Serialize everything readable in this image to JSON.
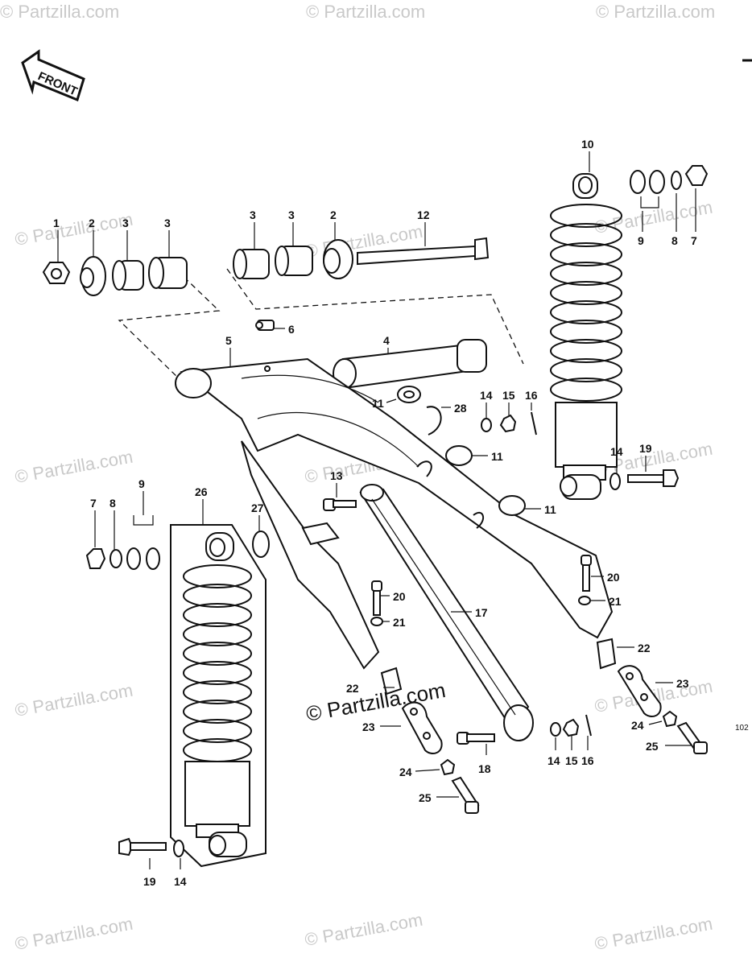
{
  "front_label": "FRONT",
  "page_number": "102",
  "watermark": "© Partzilla.com",
  "watermark_center": "© Partzilla.com",
  "callouts": [
    {
      "id": "c1",
      "text": "1"
    },
    {
      "id": "c2a",
      "text": "2"
    },
    {
      "id": "c3a",
      "text": "3"
    },
    {
      "id": "c3b",
      "text": "3"
    },
    {
      "id": "c3c",
      "text": "3"
    },
    {
      "id": "c3d",
      "text": "3"
    },
    {
      "id": "c2b",
      "text": "2"
    },
    {
      "id": "c12",
      "text": "12"
    },
    {
      "id": "c10",
      "text": "10"
    },
    {
      "id": "c9a",
      "text": "9"
    },
    {
      "id": "c8a",
      "text": "8"
    },
    {
      "id": "c7a",
      "text": "7"
    },
    {
      "id": "c6",
      "text": "6"
    },
    {
      "id": "c5",
      "text": "5"
    },
    {
      "id": "c4",
      "text": "4"
    },
    {
      "id": "c11a",
      "text": "11"
    },
    {
      "id": "c28",
      "text": "28"
    },
    {
      "id": "c14a",
      "text": "14"
    },
    {
      "id": "c15a",
      "text": "15"
    },
    {
      "id": "c16a",
      "text": "16"
    },
    {
      "id": "c11b",
      "text": "11"
    },
    {
      "id": "c14b",
      "text": "14"
    },
    {
      "id": "c19a",
      "text": "19"
    },
    {
      "id": "c13",
      "text": "13"
    },
    {
      "id": "c11c",
      "text": "11"
    },
    {
      "id": "c9b",
      "text": "9"
    },
    {
      "id": "c7b",
      "text": "7"
    },
    {
      "id": "c8b",
      "text": "8"
    },
    {
      "id": "c26",
      "text": "26"
    },
    {
      "id": "c27",
      "text": "27"
    },
    {
      "id": "c20a",
      "text": "20"
    },
    {
      "id": "c21a",
      "text": "21"
    },
    {
      "id": "c20b",
      "text": "20"
    },
    {
      "id": "c21b",
      "text": "21"
    },
    {
      "id": "c17",
      "text": "17"
    },
    {
      "id": "c22a",
      "text": "22"
    },
    {
      "id": "c23a",
      "text": "23"
    },
    {
      "id": "c22b",
      "text": "22"
    },
    {
      "id": "c23b",
      "text": "23"
    },
    {
      "id": "c24a",
      "text": "24"
    },
    {
      "id": "c25a",
      "text": "25"
    },
    {
      "id": "c18",
      "text": "18"
    },
    {
      "id": "c14c",
      "text": "14"
    },
    {
      "id": "c15b",
      "text": "15"
    },
    {
      "id": "c16b",
      "text": "16"
    },
    {
      "id": "c24b",
      "text": "24"
    },
    {
      "id": "c25b",
      "text": "25"
    },
    {
      "id": "c19b",
      "text": "19"
    },
    {
      "id": "c14d",
      "text": "14"
    }
  ]
}
